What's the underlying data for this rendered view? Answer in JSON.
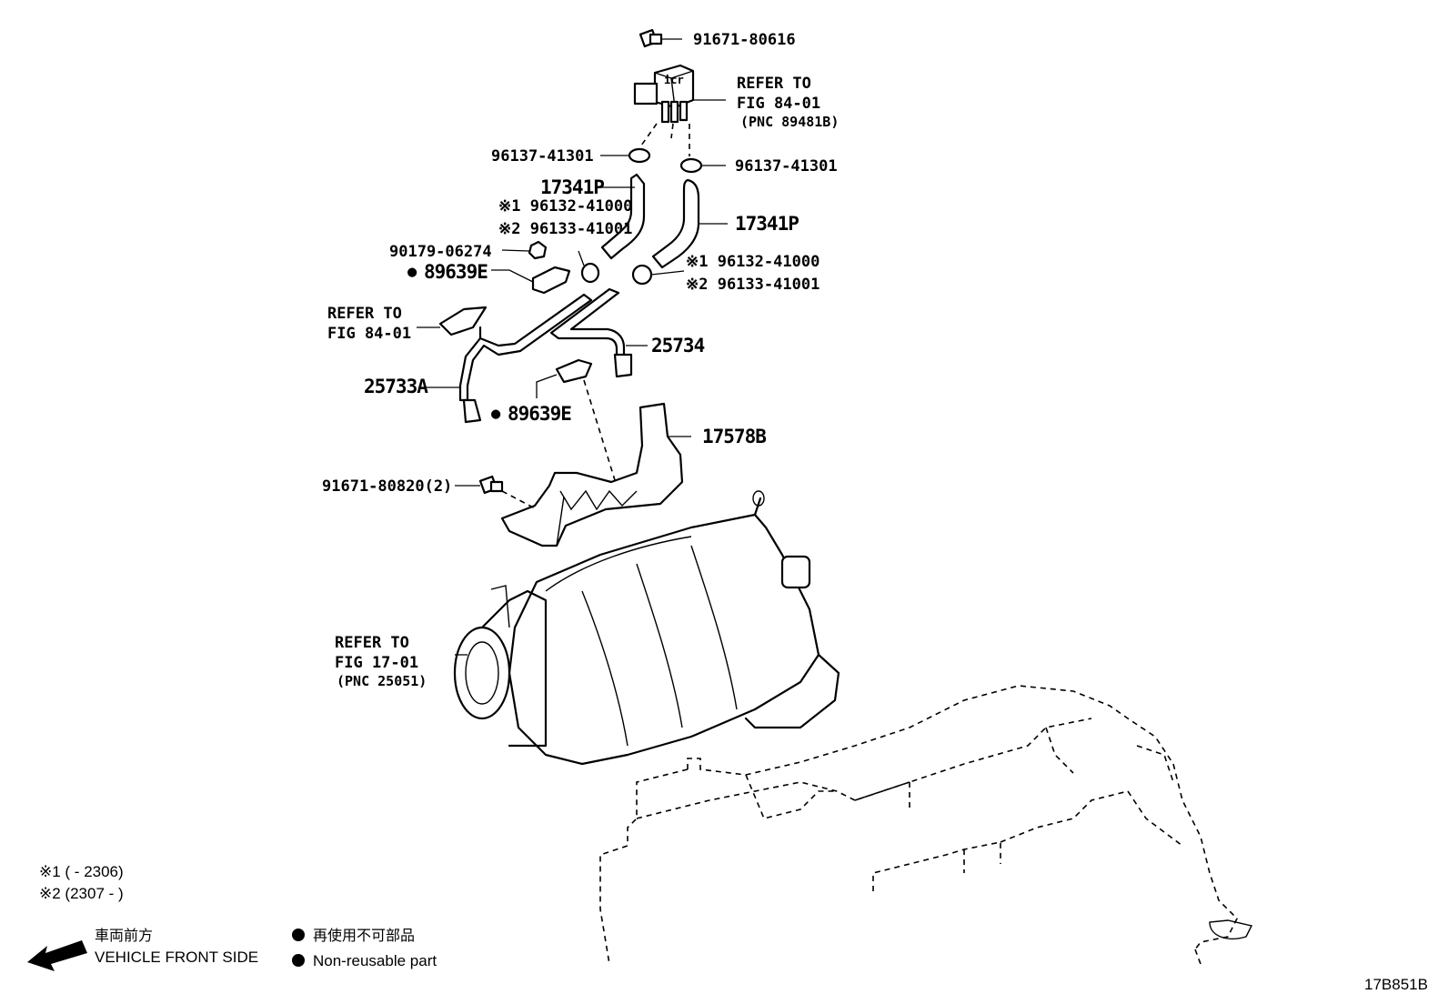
{
  "labels": {
    "bolt_top": "91671-80616",
    "sensor_ref_1": "REFER TO",
    "sensor_ref_2": "FIG 84-01",
    "sensor_ref_3": "(PNC 89481B)",
    "clip_left": "96137-41301",
    "clip_right": "96137-41301",
    "hose_left": "17341P",
    "hose_right": "17341P",
    "clamp_left_1": "※1 96132-41000",
    "clamp_left_2": "※2 96133-41001",
    "clamp_right_1": "※1 96132-41000",
    "clamp_right_2": "※2 96133-41001",
    "nut": "90179-06274",
    "bracket_upper": "89639E",
    "bracket_ref_1": "REFER TO",
    "bracket_ref_2": "FIG 84-01",
    "pipe_right": "25734",
    "pipe_left": "25733A",
    "bracket_lower": "89639E",
    "heat_shield": "17578B",
    "bolt_lower": "91671-80820(2)",
    "converter_ref_1": "REFER TO",
    "converter_ref_2": "FIG 17-01",
    "converter_ref_3": "(PNC 25051)"
  },
  "legend": {
    "note1": "※1 (       - 2306)",
    "note2": "※2 (2307  -       )",
    "front_jp": "車両前方",
    "front_en": "VEHICLE FRONT SIDE",
    "nonreuse_jp": "再使用不可部品",
    "nonreuse_en": "Non-reusable part",
    "dot_symbol": "●"
  },
  "figure_code": "17B851B"
}
